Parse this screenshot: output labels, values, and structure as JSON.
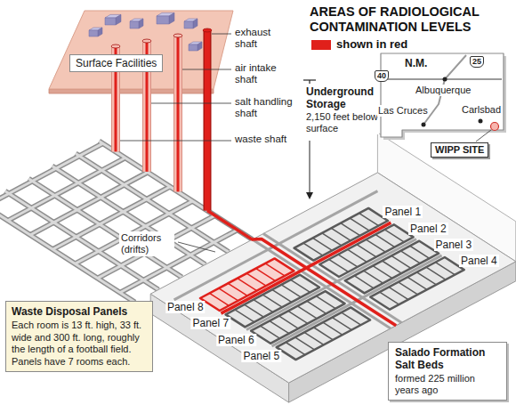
{
  "diagram": {
    "title": "AREAS OF RADIOLOGICAL CONTAMINATION LEVELS",
    "nodes": [
      {
        "text": [
          "Surface Facilities"
        ]
      },
      {
        "text": [
          "Waste Disposal Panels",
          "Each room is 13 ft. high, 33 ft. wide and 300 ft. long, roughly the length of a football field. Panels have 7 rooms each."
        ]
      },
      {
        "text": [
          "Salado Formation Salt Beds",
          "formed 225 million years ago"
        ]
      }
    ],
    "labels": [
      "exhaust shaft",
      "air intake shaft",
      "salt handling shaft",
      "waste shaft",
      "Underground Storage",
      "2,150 feet below surface",
      "N.M.",
      "40",
      "25",
      "Albuquerque",
      "Las Cruces",
      "Carlsbad",
      "WIPP SITE",
      "Corridors (drifts)",
      "Panel 1",
      "Panel 2",
      "Panel 3",
      "Panel 4",
      "Panel 8",
      "Panel 7",
      "Panel 6",
      "Panel 5"
    ],
    "legend": [
      {
        "text": "shown in red",
        "color": "#e0201b"
      }
    ]
  }
}
